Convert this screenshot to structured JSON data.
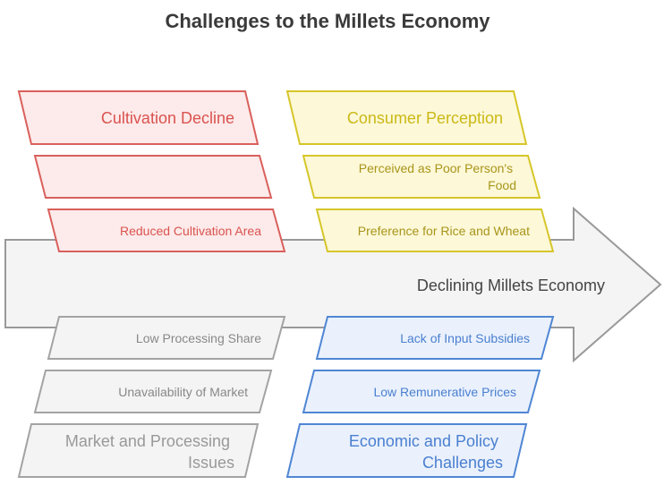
{
  "title": "Challenges to the Millets Economy",
  "spine_label": "Declining Millets Economy",
  "colors": {
    "red": {
      "stroke": "#d9605c",
      "fill": "#fdeaea",
      "text": "#d9534f"
    },
    "yellow": {
      "stroke": "#d6c62a",
      "fill": "#fdf8d8",
      "text": "#cbb916",
      "small_text": "#a8951a"
    },
    "gray": {
      "stroke": "#a3a3a3",
      "fill": "#f4f4f4",
      "text": "#999999",
      "small_text": "#888888"
    },
    "blue": {
      "stroke": "#4f86d4",
      "fill": "#eaf1fc",
      "text": "#4a7fd0"
    },
    "spine_fill": "#f4f4f4",
    "spine_stroke": "#999999"
  },
  "categories": {
    "cultivation": {
      "label": "Cultivation Decline",
      "items": [
        "",
        "Reduced Cultivation Area"
      ]
    },
    "consumer": {
      "label": "Consumer Perception",
      "items": [
        [
          "Perceived as Poor Person's",
          "Food"
        ],
        "Preference for Rice and Wheat"
      ]
    },
    "market": {
      "label": [
        "Market and Processing",
        "Issues"
      ],
      "items": [
        "Low Processing Share",
        "Unavailability of Market"
      ]
    },
    "economic": {
      "label": [
        "Economic and Policy",
        "Challenges"
      ],
      "items": [
        "Lack of Input Subsidies",
        "Low Remunerative Prices"
      ]
    }
  }
}
